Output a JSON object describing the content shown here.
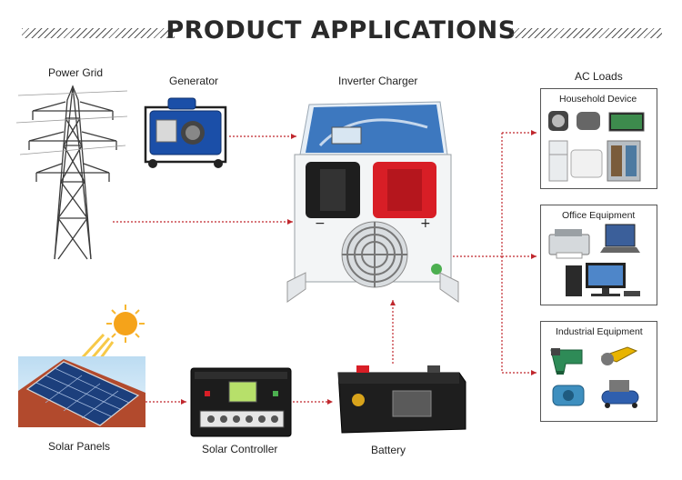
{
  "header": {
    "title": "PRODUCT APPLICATIONS"
  },
  "labels": {
    "power_grid": "Power Grid",
    "generator": "Generator",
    "inverter_charger": "Inverter Charger",
    "ac_loads": "AC Loads",
    "household_device": "Household Device",
    "office_equipment": "Office Equipment",
    "industrial_equipment": "Industrial Equipment",
    "solar_panels": "Solar Panels",
    "solar_controller": "Solar Controller",
    "battery": "Battery"
  },
  "colors": {
    "connector": "#c0272d",
    "inverter_blue": "#1f63b5",
    "terminal_red": "#d81e26"
  }
}
